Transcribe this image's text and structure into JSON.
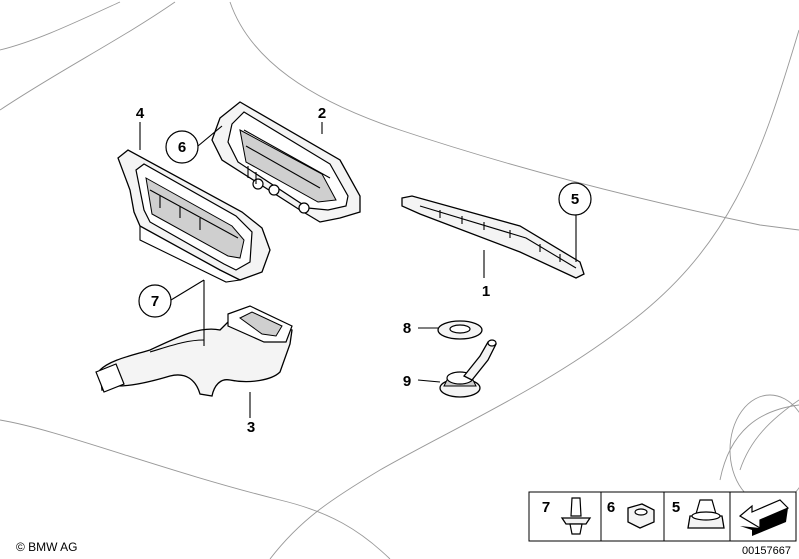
{
  "callouts": {
    "c1": "1",
    "c2": "2",
    "c3": "3",
    "c4": "4",
    "c5": "5",
    "c6": "6",
    "c7": "7",
    "c8": "8",
    "c9": "9"
  },
  "legend": {
    "items": [
      {
        "label": "7",
        "icon": "push-rivet-icon"
      },
      {
        "label": "6",
        "icon": "hex-nut-icon"
      },
      {
        "label": "5",
        "icon": "clip-nut-icon"
      }
    ],
    "arrow_icon": "direction-arrow-icon"
  },
  "footer": {
    "copyright": "© BMW AG",
    "diagram_id": "00157667"
  }
}
